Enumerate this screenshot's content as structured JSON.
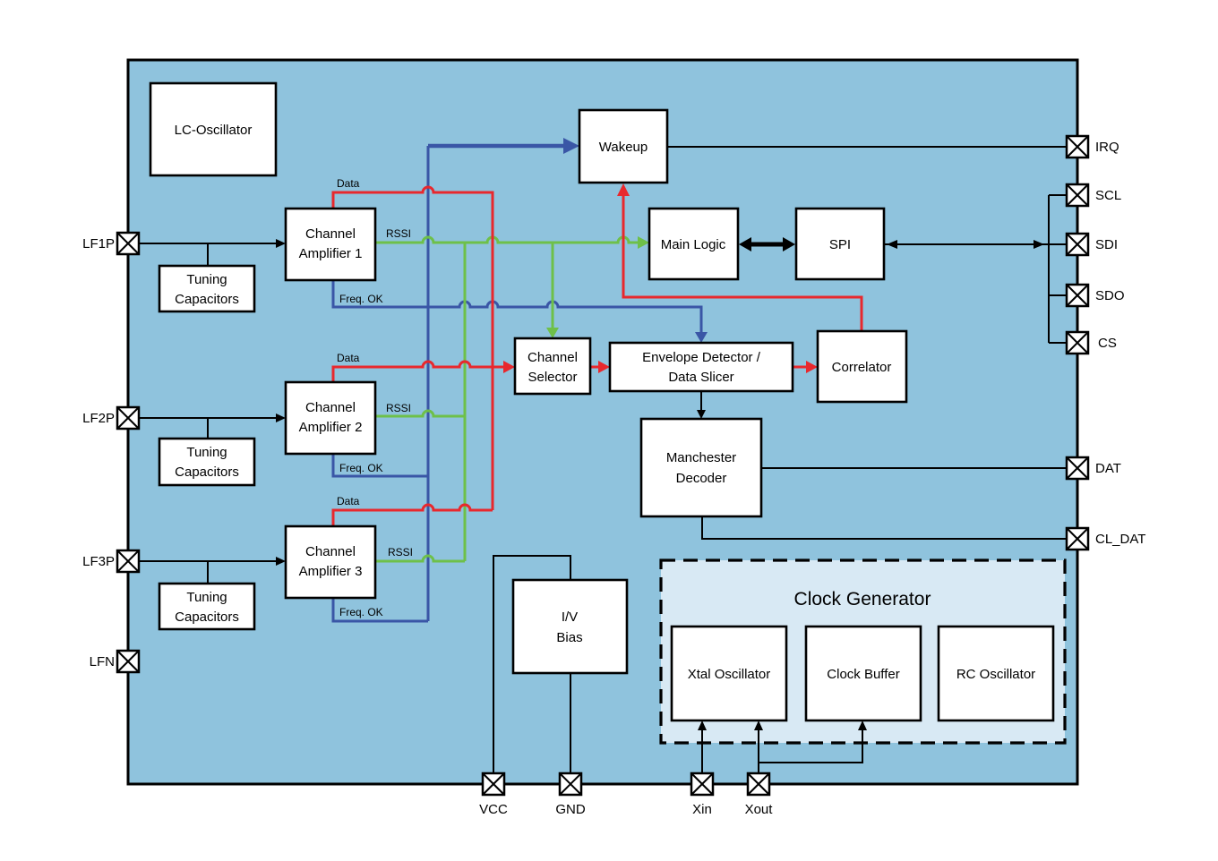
{
  "chip": {
    "colors": {
      "chip_fill": "#8fc3dd",
      "clock_gen_fill": "#d8e9f4",
      "wire_red": "#e8282d",
      "wire_green": "#6ec049",
      "wire_blue": "#3a56a6"
    },
    "blocks": {
      "lc_oscillator": "LC-Oscillator",
      "tuning_capacitors": {
        "line1": "Tuning",
        "line2": "Capacitors"
      },
      "channel_amplifier_1": {
        "line1": "Channel",
        "line2": "Amplifier 1"
      },
      "channel_amplifier_2": {
        "line1": "Channel",
        "line2": "Amplifier 2"
      },
      "channel_amplifier_3": {
        "line1": "Channel",
        "line2": "Amplifier 3"
      },
      "wakeup": "Wakeup",
      "main_logic": "Main Logic",
      "spi": "SPI",
      "channel_selector": {
        "line1": "Channel",
        "line2": "Selector"
      },
      "envelope_detector": {
        "line1": "Envelope Detector /",
        "line2": "Data Slicer"
      },
      "correlator": "Correlator",
      "manchester_decoder": {
        "line1": "Manchester",
        "line2": "Decoder"
      },
      "iv_bias": {
        "line1": "I/V",
        "line2": "Bias"
      },
      "clock_generator": {
        "title": "Clock Generator",
        "xtal_oscillator": "Xtal Oscillator",
        "clock_buffer": "Clock Buffer",
        "rc_oscillator": "RC Oscillator"
      }
    },
    "wire_labels": {
      "data": "Data",
      "rssi": "RSSI",
      "freq_ok": "Freq. OK"
    },
    "pins": {
      "left": [
        "LF1P",
        "LF2P",
        "LF3P",
        "LFN"
      ],
      "right": [
        "IRQ",
        "SCL",
        "SDI",
        "SDO",
        "CS",
        "DAT",
        "CL_DAT"
      ],
      "bottom": [
        "VCC",
        "GND",
        "Xin",
        "Xout"
      ]
    }
  }
}
